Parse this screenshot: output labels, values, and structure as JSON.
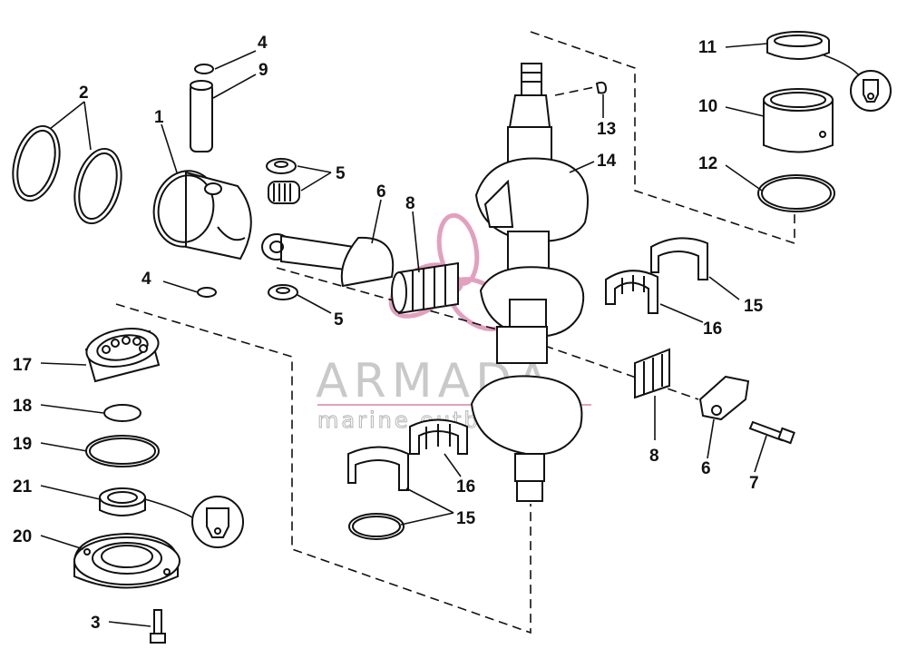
{
  "callouts": {
    "c1": "1",
    "c2": "2",
    "c3": "3",
    "c4a": "4",
    "c4b": "4",
    "c5a": "5",
    "c5b": "5",
    "c6a": "6",
    "c6b": "6",
    "c7": "7",
    "c8a": "8",
    "c8b": "8",
    "c9": "9",
    "c10": "10",
    "c11": "11",
    "c12": "12",
    "c13": "13",
    "c14": "14",
    "c15a": "15",
    "c15b": "15",
    "c16a": "16",
    "c16b": "16",
    "c17": "17",
    "c18": "18",
    "c19": "19",
    "c20": "20",
    "c21": "21"
  },
  "watermark": {
    "brand": "ARMADA",
    "tagline": "marine outboards",
    "brand_color": "#e9a9c6",
    "text_color": "#c9c9c9"
  },
  "icons": {
    "logo": "propeller-logo-icon",
    "sealant": "sealant-tube-icon"
  }
}
